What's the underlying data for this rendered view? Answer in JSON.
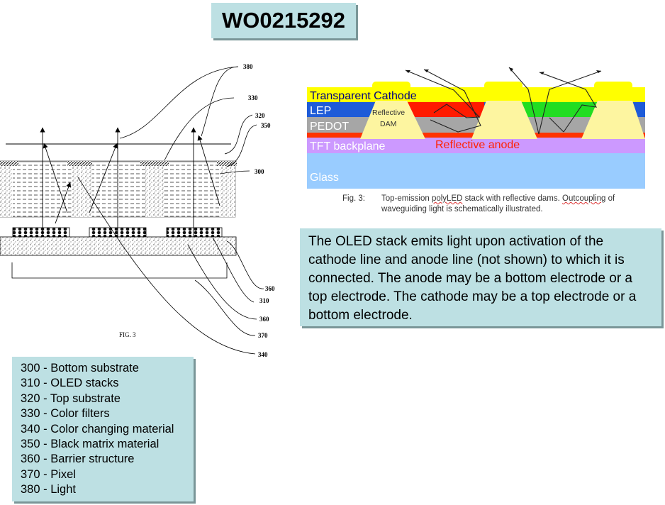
{
  "title": "WO0215292",
  "patent_figure": {
    "caption": "FIG. 3",
    "reference_labels": [
      "380",
      "330",
      "320",
      "350",
      "300",
      "360",
      "310",
      "360",
      "370",
      "340"
    ]
  },
  "stack_figure": {
    "layers": {
      "cathode": "Transparent Cathode",
      "lep": "LEP",
      "pedot": "PEDOT",
      "dam_line1": "Reflective",
      "dam_line2": "DAM",
      "backplane": "TFT backplane",
      "anode": "Reflective anode",
      "glass": "Glass"
    },
    "colors": {
      "cathode": "#ffff00",
      "lep": "#1e5bd8",
      "pedot": "#a6a6a6",
      "dam": "#fdf5a0",
      "red": "#ff1a00",
      "green": "#22dd22",
      "anode": "#ff3300",
      "backplane": "#cc99ff",
      "glass": "#99ccff"
    },
    "caption_number": "Fig. 3:",
    "caption_pre": "Top-emission ",
    "caption_word1": "polyLED",
    "caption_mid": " stack with reflective dams. ",
    "caption_word2": "Outcoupling",
    "caption_post": " of",
    "caption_line2": "waveguiding light is schematically illustrated."
  },
  "description": "The OLED stack emits light upon activation of the cathode line and anode line (not shown) to which it is connected. The anode may be a bottom electrode or a top electrode. The cathode may be a top electrode or a bottom electrode.",
  "legend": [
    "300 - Bottom substrate",
    "310 - OLED stacks",
    "320 - Top substrate",
    "330 - Color filters",
    "340 - Color changing material",
    "350 - Black matrix material",
    "360 - Barrier structure",
    "370 - Pixel",
    "380 - Light"
  ]
}
